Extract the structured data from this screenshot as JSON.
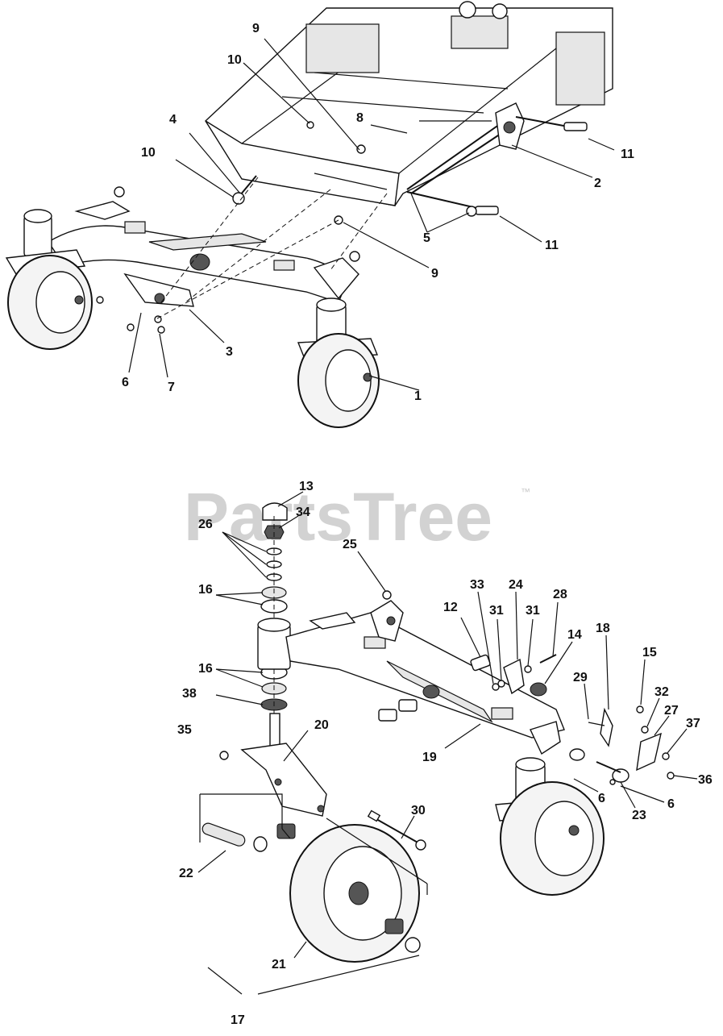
{
  "watermark": {
    "text": "PartsTree",
    "trademark": "™"
  },
  "top_callouts": {
    "c1": "1",
    "c2": "2",
    "c3": "3",
    "c4": "4",
    "c5": "5",
    "c6": "6",
    "c7": "7",
    "c8": "8",
    "c9a": "9",
    "c9b": "9",
    "c10a": "10",
    "c10b": "10",
    "c11a": "11",
    "c11b": "11"
  },
  "bottom_callouts": {
    "c12": "12",
    "c13": "13",
    "c14": "14",
    "c15": "15",
    "c16a": "16",
    "c16b": "16",
    "c17": "17",
    "c18": "18",
    "c19": "19",
    "c20": "20",
    "c21": "21",
    "c22": "22",
    "c23": "23",
    "c24": "24",
    "c25": "25",
    "c26": "26",
    "c27": "27",
    "c28": "28",
    "c29": "29",
    "c30": "30",
    "c31a": "31",
    "c31b": "31",
    "c32": "32",
    "c33": "33",
    "c34": "34",
    "c35": "35",
    "c36": "36",
    "c37": "37",
    "c38": "38",
    "c6a": "6",
    "c6b": "6"
  }
}
